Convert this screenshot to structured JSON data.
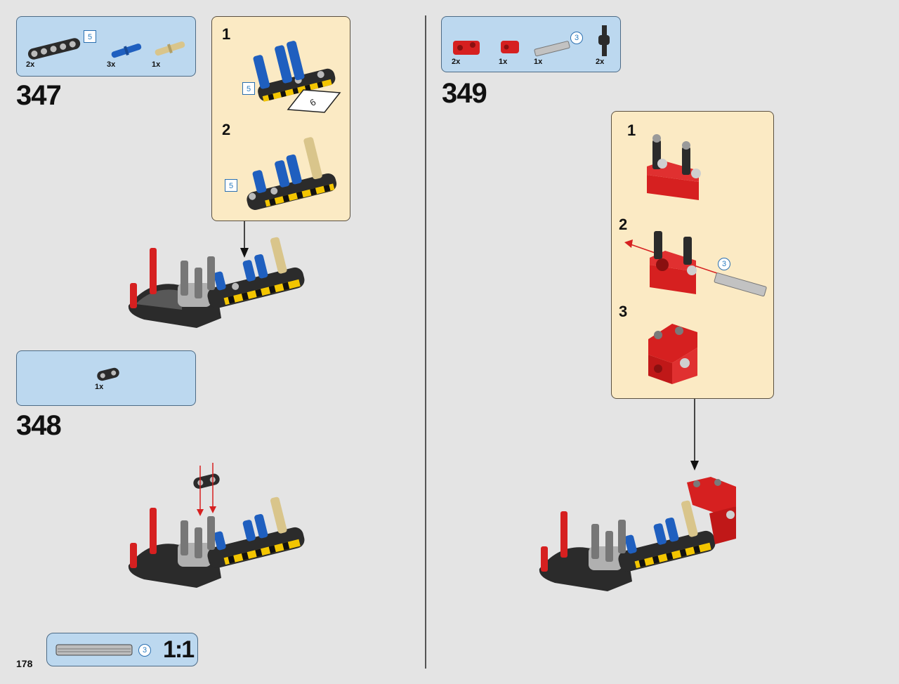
{
  "page": {
    "number": "178"
  },
  "steps": [
    {
      "number": "347",
      "parts": [
        {
          "qty": "2x",
          "name": "black-5-beam",
          "length_badge": "5"
        },
        {
          "qty": "3x",
          "name": "blue-pin"
        },
        {
          "qty": "1x",
          "name": "tan-pin"
        }
      ],
      "substeps": [
        {
          "number": "1",
          "length_badge": "5"
        },
        {
          "number": "2",
          "length_badge": "5"
        }
      ]
    },
    {
      "number": "348",
      "parts": [
        {
          "qty": "1x",
          "name": "black-2-link"
        }
      ]
    },
    {
      "number": "349",
      "parts": [
        {
          "qty": "2x",
          "name": "red-connector"
        },
        {
          "qty": "1x",
          "name": "red-small-connector"
        },
        {
          "qty": "1x",
          "name": "grey-axle",
          "length_badge": "3"
        },
        {
          "qty": "2x",
          "name": "black-axle-pin"
        }
      ],
      "substeps": [
        {
          "number": "1"
        },
        {
          "number": "2",
          "length_badge": "3"
        },
        {
          "number": "3"
        }
      ]
    }
  ],
  "scale_ruler": {
    "length_badge": "3",
    "label": "1:1"
  },
  "colors": {
    "background": "#e4e4e4",
    "parts_box": "#bcd8ef",
    "substep_box": "#fbeac4",
    "lego_red": "#d62020",
    "lego_blue": "#1f5fbf",
    "lego_black": "#2b2b2b",
    "hazard_yellow": "#f3c500"
  }
}
